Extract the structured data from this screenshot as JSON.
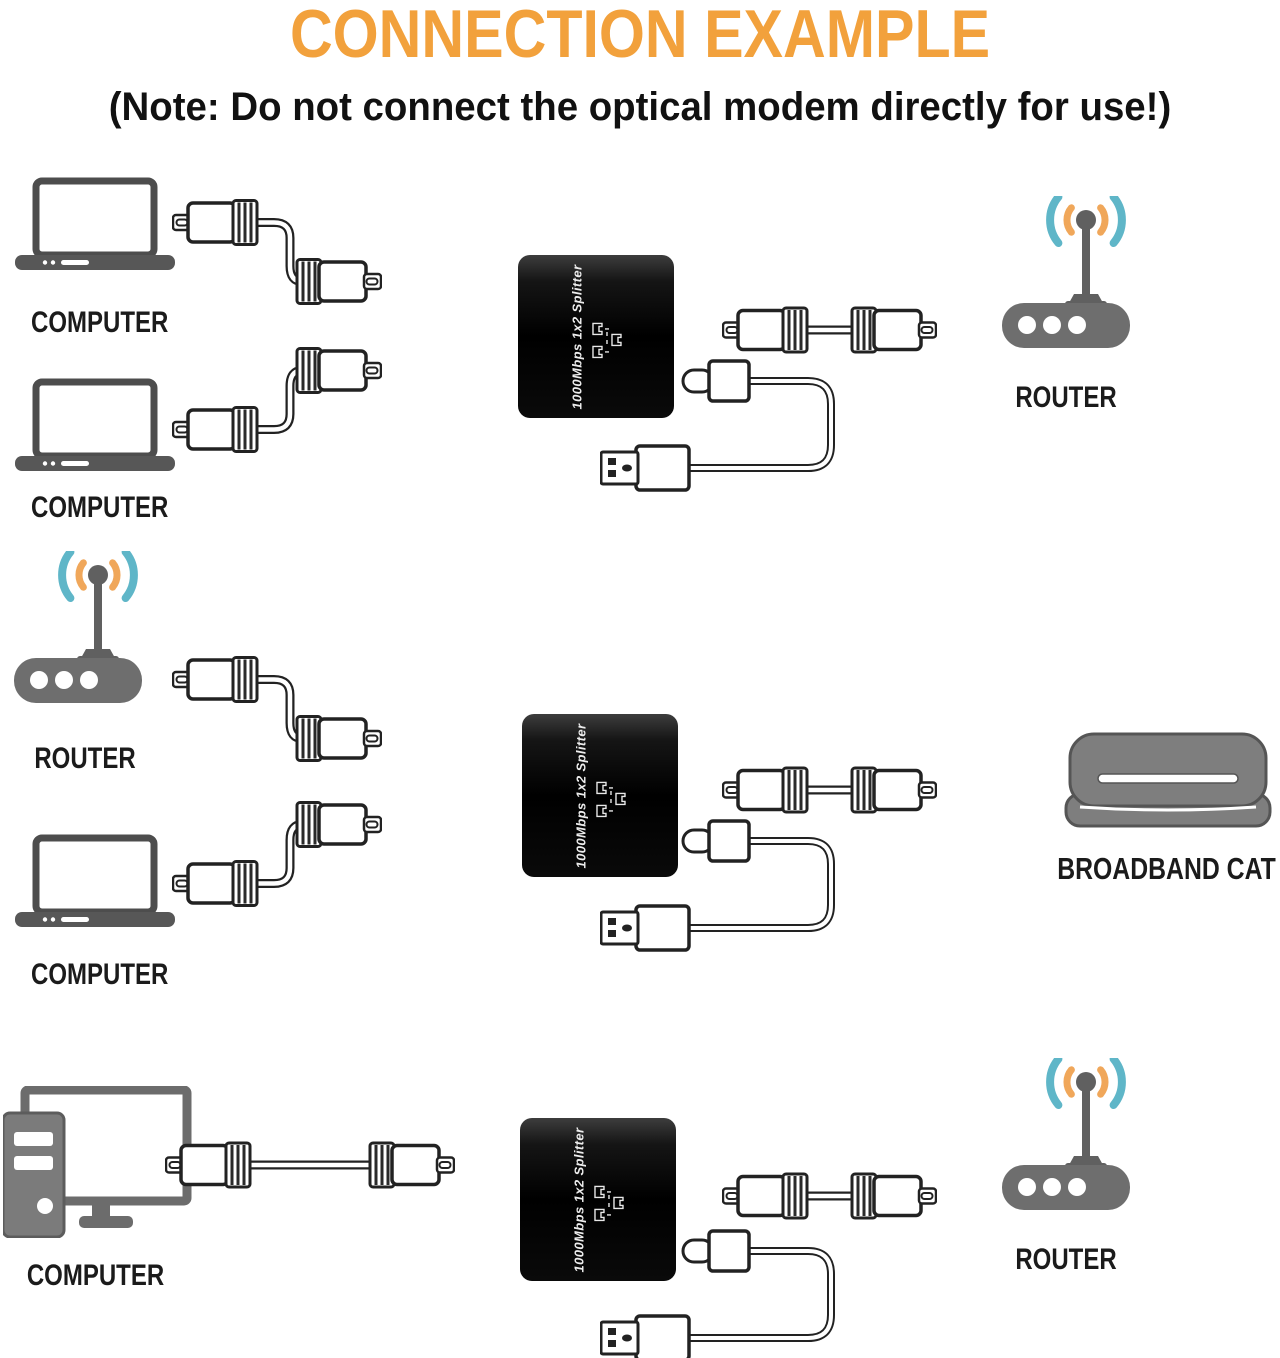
{
  "header": {
    "title": "CONNECTION EXAMPLE",
    "note": "(Note: Do not connect the optical modem directly for use!)"
  },
  "labels": {
    "computer": "COMPUTER",
    "router": "ROUTER",
    "broadband_cat": "BROADBAND CAT",
    "splitter": "1000Mbps 1x2 Splitter"
  },
  "colors": {
    "title_orange": "#F2A13C",
    "text_black": "#111111",
    "device_gray": "#6E6E6E",
    "laptop_gray": "#4D4D4D",
    "splitter_black": "#0A0A0A",
    "wifi_arc_outer_teal": "#5FB6C8",
    "wifi_arc_inner_orange": "#F0A75A",
    "cable_outline": "#222222"
  },
  "rows": [
    {
      "sources": [
        "COMPUTER",
        "COMPUTER"
      ],
      "hub": "1000Mbps 1x2 Splitter",
      "destination": "ROUTER"
    },
    {
      "sources": [
        "ROUTER",
        "COMPUTER"
      ],
      "hub": "1000Mbps 1x2 Splitter",
      "destination": "BROADBAND CAT"
    },
    {
      "sources": [
        "COMPUTER"
      ],
      "hub": "1000Mbps 1x2 Splitter",
      "destination": "ROUTER"
    }
  ]
}
